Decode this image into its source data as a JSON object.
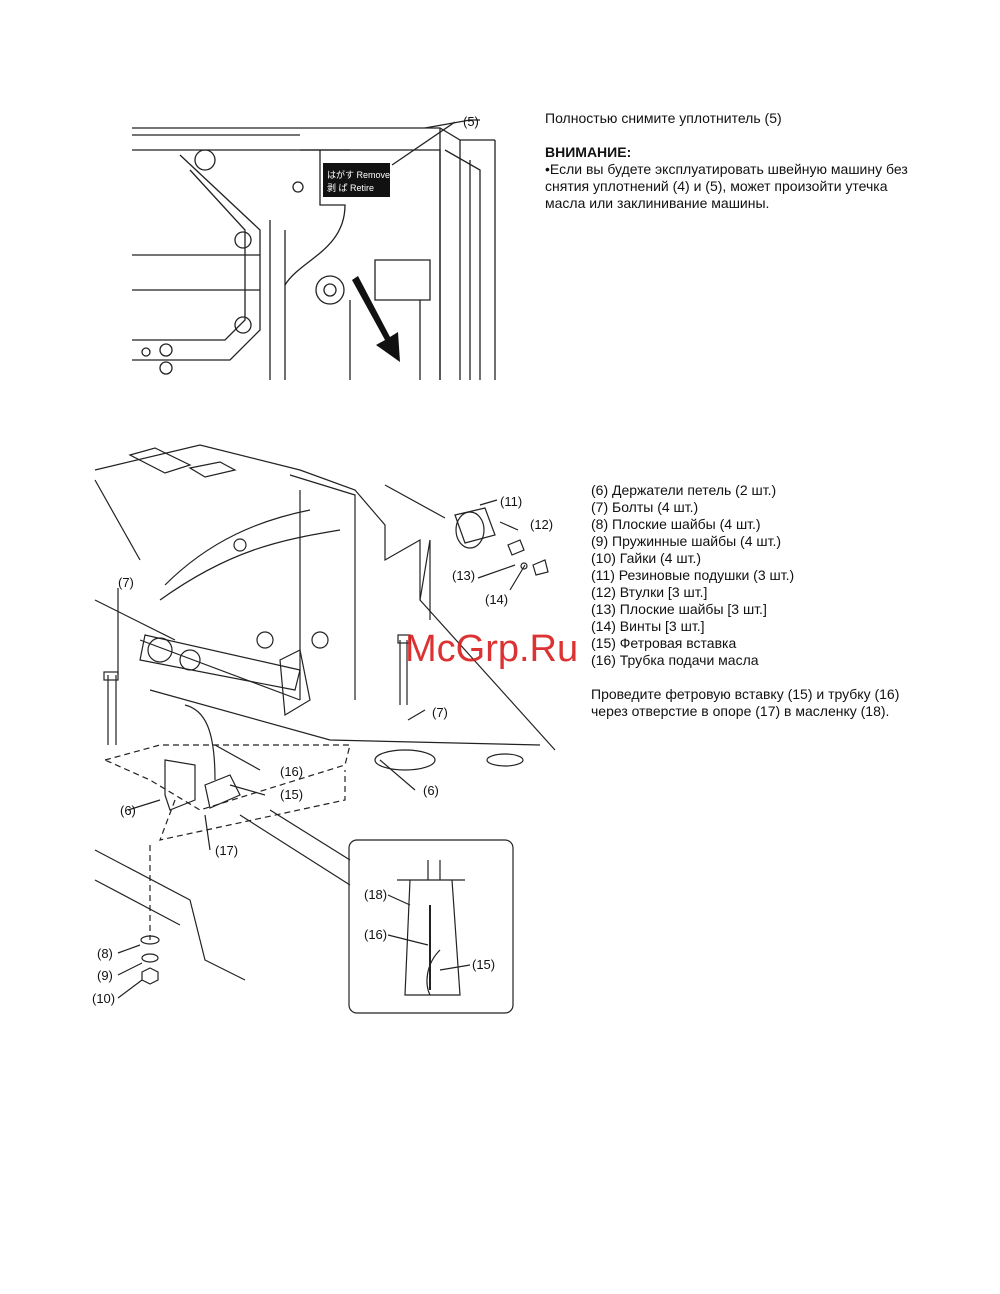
{
  "top_section": {
    "instruction": "Полностью снимите уплотнитель (5)",
    "warning_title": "ВНИМАНИЕ:",
    "warning_text": "•Если вы будете эксплуатировать швейную машину без снятия уплотнений (4) и (5), может произойти утечка масла или заклинивание  машины.",
    "figure": {
      "callout": "(5)",
      "seal_label_line1": "はがす Remove",
      "seal_label_line2": "剥 ぱ   Retire"
    }
  },
  "bottom_section": {
    "parts": [
      "(6) Держатели петель (2 шт.)",
      "(7) Болты (4 шт.)",
      "(8) Плоские шайбы (4 шт.)",
      "(9) Пружинные шайбы (4 шт.)",
      "(10) Гайки (4 шт.)",
      "(11) Резиновые подушки (3 шт.)",
      "(12) Втулки [3 шт.]",
      "(13) Плоские шайбы [3 шт.]",
      "(14) Винты [3 шт.]",
      "(15) Фетровая вставка",
      "(16) Трубка подачи масла"
    ],
    "instruction": "Проведите фетровую вставку (15) и трубку (16) через отверстие в опоре (17) в масленку (18).",
    "figure_callouts": {
      "c6a": "(6)",
      "c6b": "(6)",
      "c7a": "(7)",
      "c7b": "(7)",
      "c8": "(8)",
      "c9": "(9)",
      "c10": "(10)",
      "c11": "(11)",
      "c12": "(12)",
      "c13": "(13)",
      "c14": "(14)",
      "c15": "(15)",
      "c16": "(16)",
      "c17": "(17)",
      "i18": "(18)",
      "i16": "(16)",
      "i15": "(15)"
    }
  },
  "watermark": "McGrp.Ru"
}
